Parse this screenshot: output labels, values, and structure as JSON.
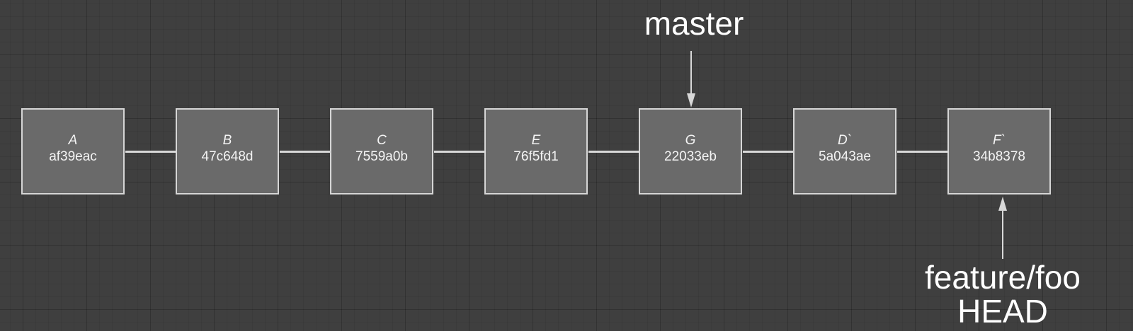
{
  "commits": [
    {
      "name": "A",
      "hash": "af39eac"
    },
    {
      "name": "B",
      "hash": "47c648d"
    },
    {
      "name": "C",
      "hash": "7559a0b"
    },
    {
      "name": "E",
      "hash": "76f5fd1"
    },
    {
      "name": "G",
      "hash": "22033eb"
    },
    {
      "name": "D`",
      "hash": "5a043ae"
    },
    {
      "name": "F`",
      "hash": "34b8378"
    }
  ],
  "refs": {
    "master": {
      "label": "master",
      "target_commit": "G"
    },
    "feature": {
      "line1": "feature/foo",
      "line2": "HEAD",
      "target_commit": "F`"
    }
  },
  "colors": {
    "background": "#3f3f3f",
    "node_fill": "#6a6a6a",
    "node_border": "#d6d6d6",
    "connector": "#d8d8d8",
    "text": "#ffffff"
  }
}
